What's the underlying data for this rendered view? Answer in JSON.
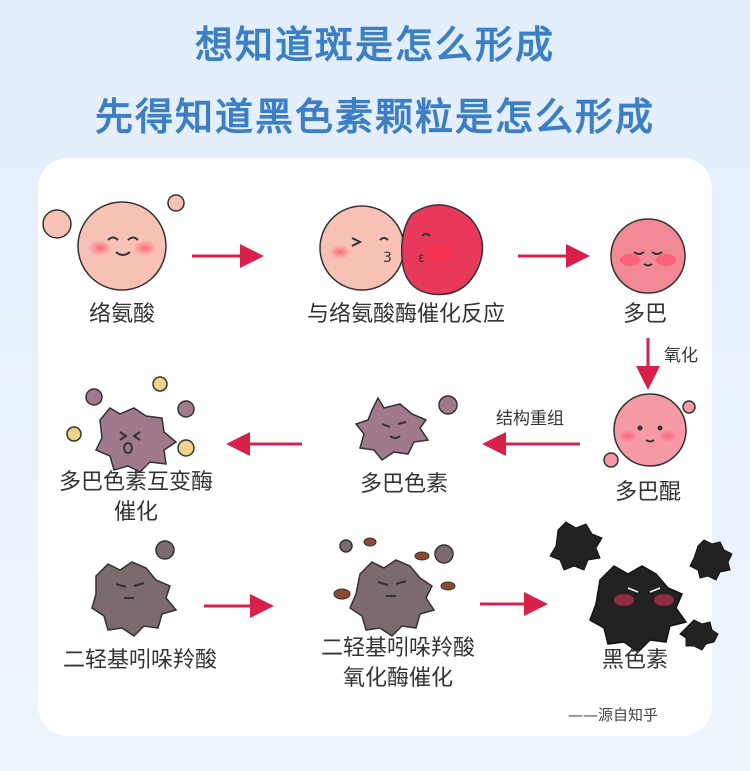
{
  "titles": {
    "line1": "想知道斑是怎么形成",
    "line2": "先得知道黑色素颗粒是怎么形成"
  },
  "nodes": {
    "tyrosine": "络氨酸",
    "enzyme_reaction": "与络氨酸酶催化反应",
    "dopa": "多巴",
    "dopaquinone": "多巴醌",
    "dopachrome": "多巴色素",
    "tautomerase_line1": "多巴色素互变酶",
    "tautomerase_line2": "催化",
    "dhica": "二轻基吲哚羚酸",
    "dhica_oxidase_line1": "二轻基吲哚羚酸",
    "dhica_oxidase_line2": "氧化酶催化",
    "melanin": "黑色素"
  },
  "edges": {
    "oxidation": "氧化",
    "recombination": "结构重组"
  },
  "source": "——源自知乎",
  "colors": {
    "title": "#3d7fc4",
    "arrow": "#d8204a",
    "pink_cell": "#f7c2b5",
    "red_cell": "#e8395a",
    "dopa_cell": "#f28a96",
    "purple_cell": "#a07a8c",
    "brown_cell": "#7b6a6e",
    "black_cell": "#222222"
  }
}
